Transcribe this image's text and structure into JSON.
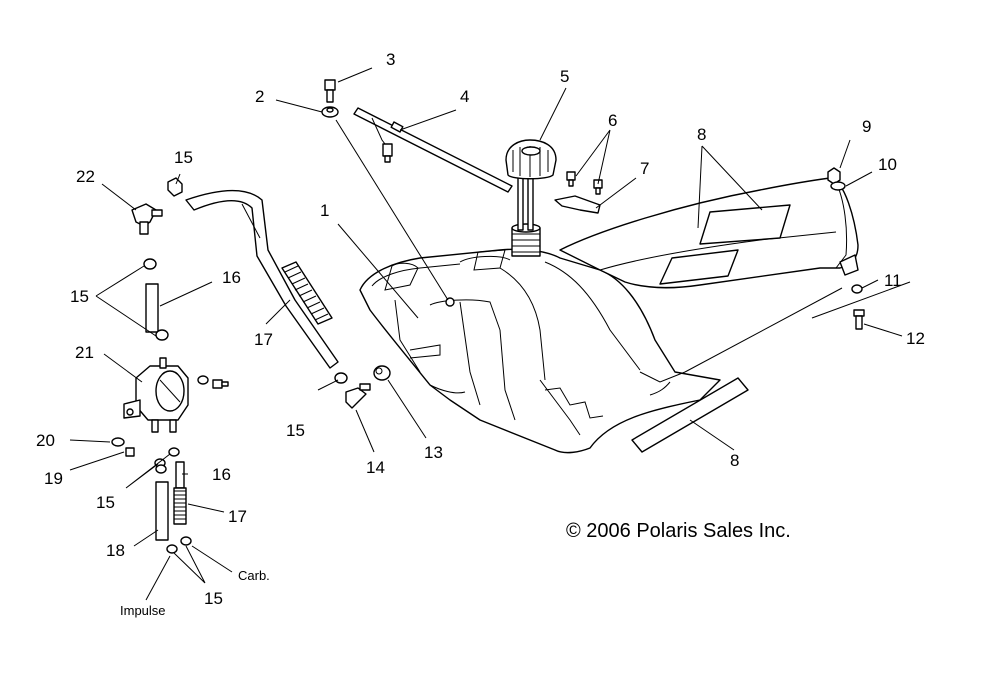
{
  "callouts": {
    "c1": "1",
    "c2": "2",
    "c3": "3",
    "c4": "4",
    "c5": "5",
    "c6": "6",
    "c7": "7",
    "c8a": "8",
    "c8b": "8",
    "c9": "9",
    "c10": "10",
    "c11": "11",
    "c12": "12",
    "c13": "13",
    "c14": "14",
    "c15a": "15",
    "c15b": "15",
    "c15c": "15",
    "c15d": "15",
    "c15e": "15",
    "c16a": "16",
    "c16b": "16",
    "c17a": "17",
    "c17b": "17",
    "c18": "18",
    "c19": "19",
    "c20": "20",
    "c21": "21",
    "c22": "22"
  },
  "labels": {
    "carb": "Carb.",
    "impulse": "Impulse"
  },
  "copyright": "© 2006 Polaris Sales Inc."
}
